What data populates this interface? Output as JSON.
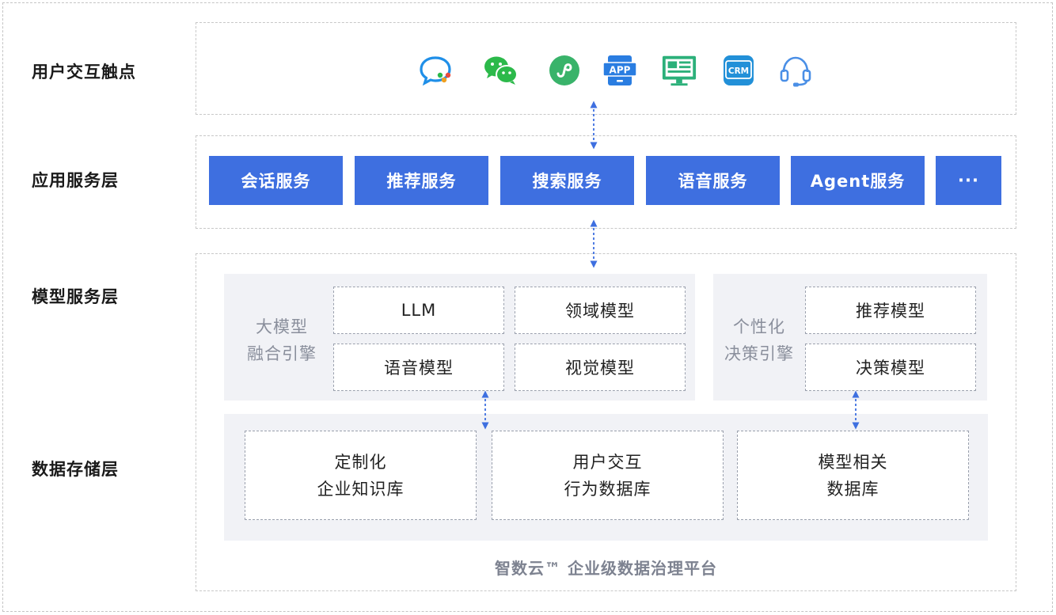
{
  "layers": {
    "touchpoints": "用户交互触点",
    "app_services": "应用服务层",
    "model_services": "模型服务层",
    "data_storage": "数据存储层"
  },
  "touchpoint_icons": [
    {
      "icon": "chat-bubble-icon",
      "color": "#1f8fe8"
    },
    {
      "icon": "wechat-icon",
      "color": "#2cb94a"
    },
    {
      "icon": "mini-program-icon",
      "color": "#39b36a"
    },
    {
      "icon": "app-icon",
      "color": "#2a7de1",
      "text": "APP"
    },
    {
      "icon": "monitor-dashboard-icon",
      "color": "#2cb07a"
    },
    {
      "icon": "crm-icon",
      "color": "#2290d8",
      "text": "CRM"
    },
    {
      "icon": "headset-icon",
      "color": "#4a8fe6"
    }
  ],
  "services": [
    "会话服务",
    "推荐服务",
    "搜索服务",
    "语音服务",
    "Agent服务",
    "···"
  ],
  "llm_engine": {
    "label_line1": "大模型",
    "label_line2": "融合引擎",
    "models": [
      "LLM",
      "领域模型",
      "语音模型",
      "视觉模型"
    ]
  },
  "decision_engine": {
    "label_line1": "个性化",
    "label_line2": "决策引擎",
    "models": [
      "推荐模型",
      "决策模型"
    ]
  },
  "data_stores": [
    {
      "line1": "定制化",
      "line2": "企业知识库"
    },
    {
      "line1": "用户交互",
      "line2": "行为数据库"
    },
    {
      "line1": "模型相关",
      "line2": "数据库"
    }
  ],
  "platform_label": "智数云™ 企业级数据治理平台",
  "colors": {
    "accent": "#3e6fe0",
    "arrow": "#3e6fe0",
    "panel": "#f1f2f6"
  }
}
